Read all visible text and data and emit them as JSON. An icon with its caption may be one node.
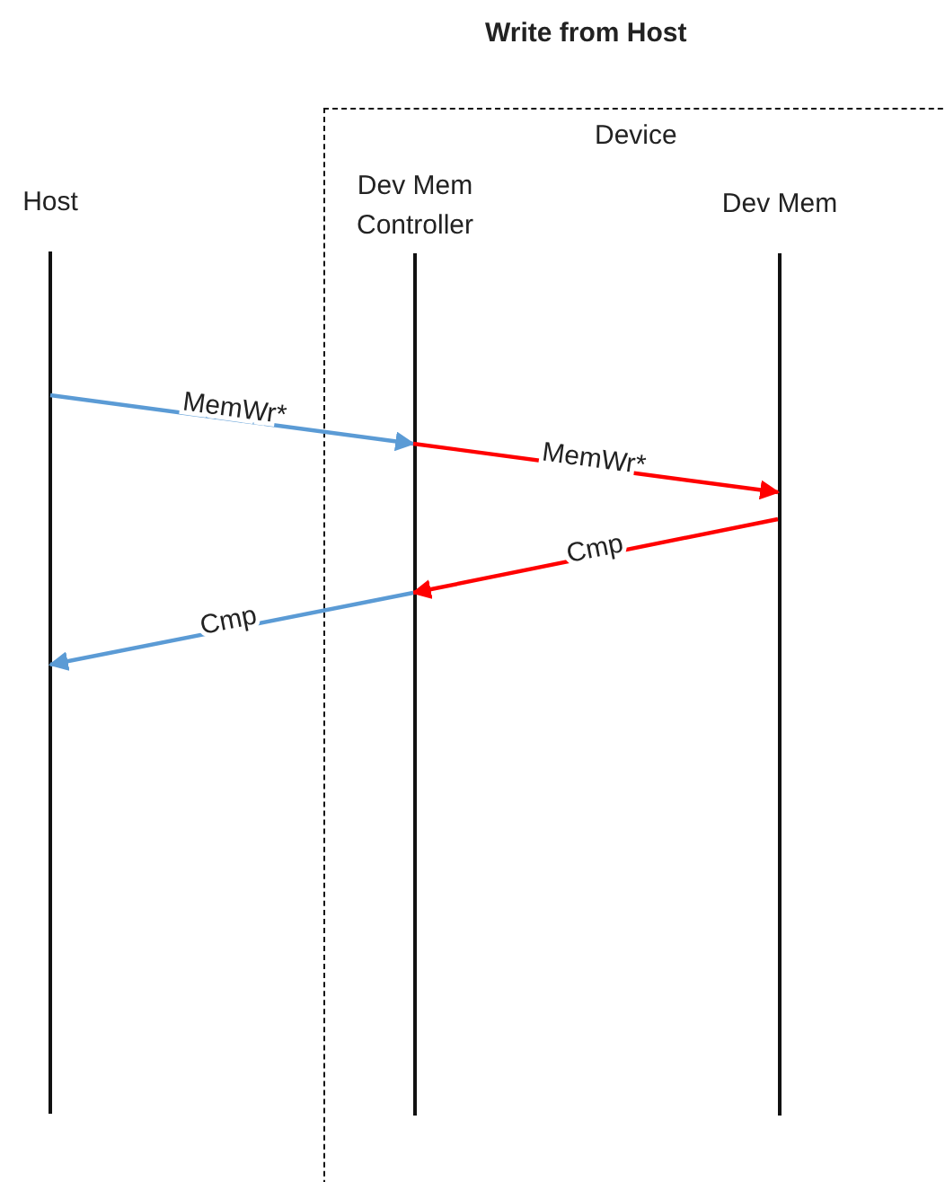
{
  "diagram": {
    "title": "Write from Host",
    "nodes": [
      {
        "text": [
          "Device"
        ]
      },
      {
        "text": [
          "Host"
        ]
      },
      {
        "text": [
          "Dev Mem Controller"
        ],
        "in": 0
      },
      {
        "text": [
          "Dev Mem"
        ],
        "in": 0
      }
    ],
    "edges": [
      {
        "from": 1,
        "to": 2,
        "arrow": "to",
        "label": "MemWr*",
        "color": "#5b9bd5"
      },
      {
        "from": 2,
        "to": 3,
        "arrow": "to",
        "label": "MemWr*",
        "color": "#ff0000"
      },
      {
        "from": 3,
        "to": 2,
        "arrow": "to",
        "label": "Cmp",
        "color": "#ff0000"
      },
      {
        "from": 2,
        "to": 1,
        "arrow": "to",
        "label": "Cmp",
        "color": "#5b9bd5"
      }
    ]
  }
}
